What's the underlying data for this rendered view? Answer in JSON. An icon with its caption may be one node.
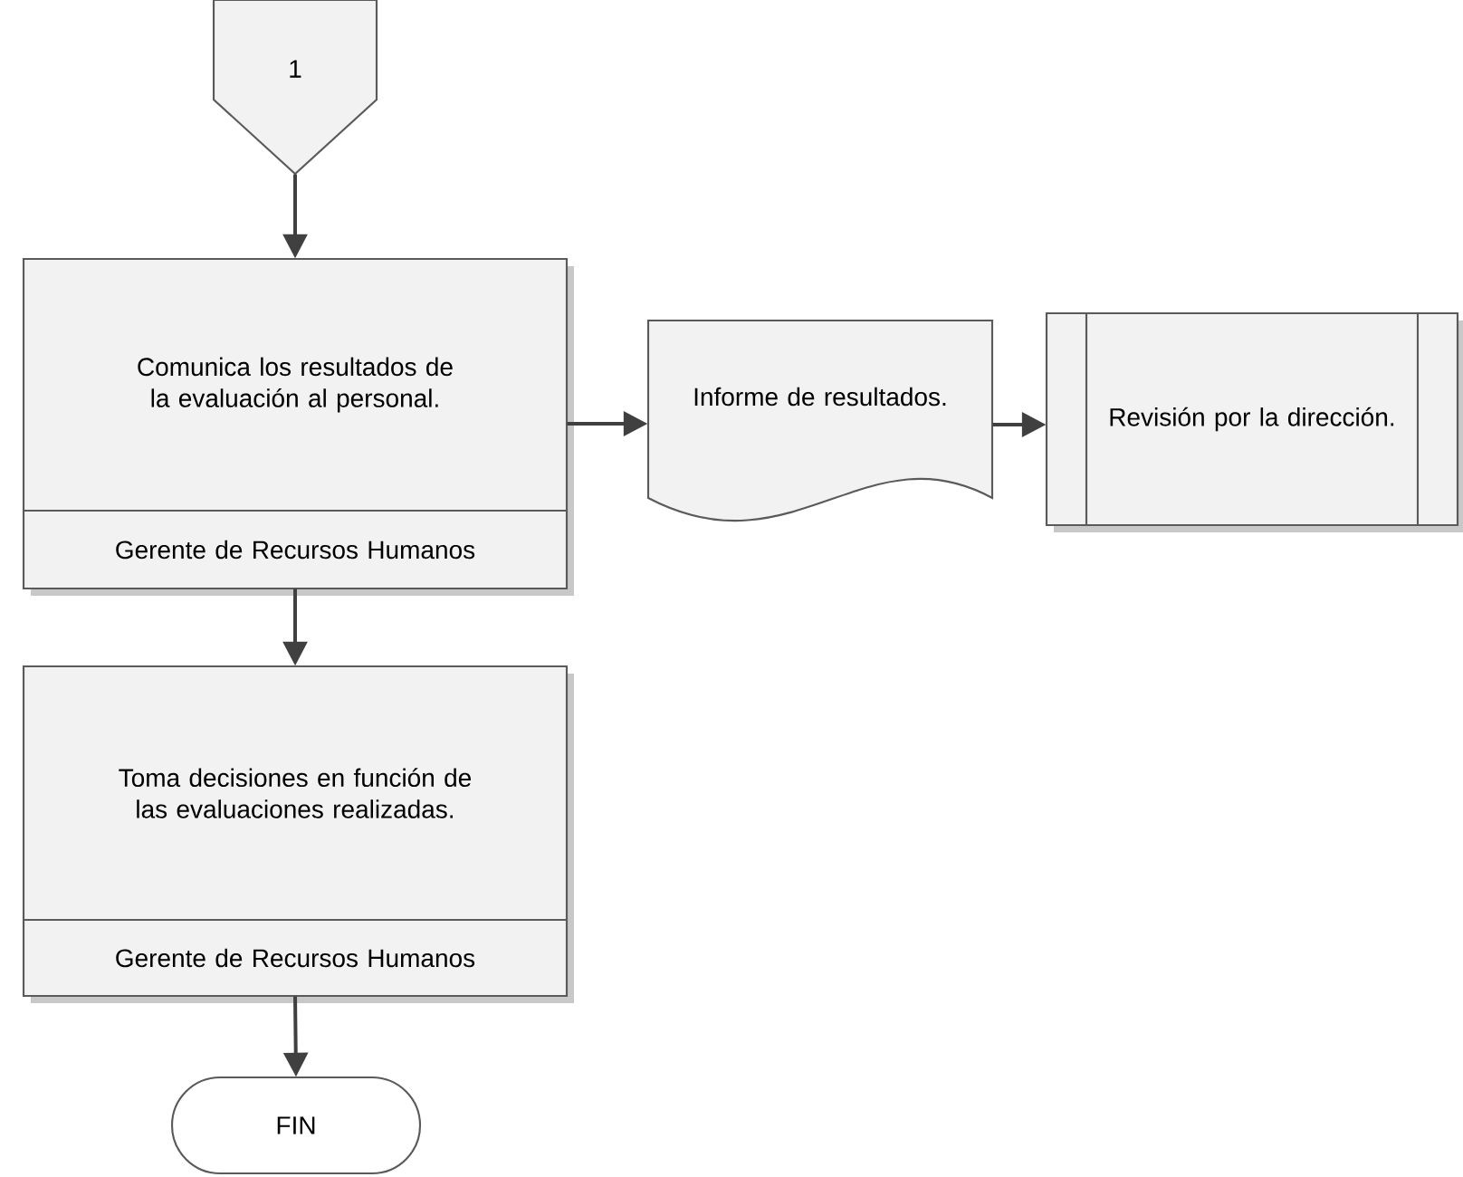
{
  "diagram": {
    "nodes": [
      {
        "text": [
          "1"
        ]
      },
      {
        "text": [
          "Comunica los resultados de la evaluación al personal.",
          "Gerente de Recursos Humanos"
        ]
      },
      {
        "text": [
          "Informe de resultados."
        ]
      },
      {
        "text": [
          "Revisión por la dirección."
        ]
      },
      {
        "text": [
          "Toma decisiones en función de las evaluaciones realizadas.",
          "Gerente de Recursos Humanos"
        ]
      },
      {
        "text": [
          "FIN"
        ]
      }
    ],
    "edges": [
      {
        "from": 0,
        "to": 1,
        "arrow": "to"
      },
      {
        "from": 1,
        "to": 2,
        "arrow": "to"
      },
      {
        "from": 2,
        "to": 3,
        "arrow": "to"
      },
      {
        "from": 1,
        "to": 4,
        "arrow": "to"
      },
      {
        "from": 4,
        "to": 5,
        "arrow": "to"
      }
    ]
  }
}
